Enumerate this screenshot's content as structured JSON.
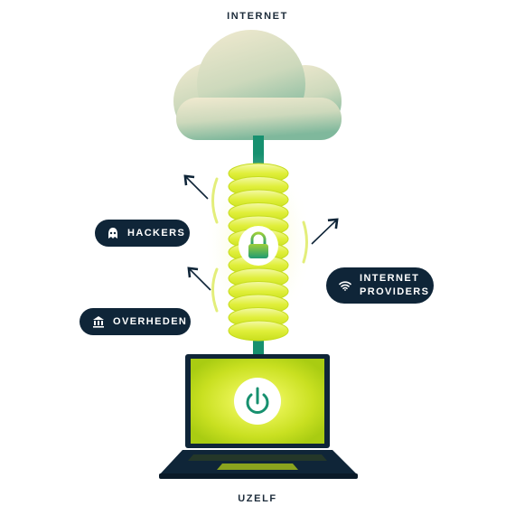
{
  "labels": {
    "top": "INTERNET",
    "bottom": "UZELF"
  },
  "threats": {
    "hackers": {
      "label": "HACKERS",
      "icon": "hacker-icon"
    },
    "overheden": {
      "label": "OVERHEDEN",
      "icon": "government-building-icon"
    },
    "providers": {
      "line1": "INTERNET",
      "line2": "PROVIDERS",
      "icon": "wifi-icon"
    }
  },
  "icons": {
    "cloud": "cloud-icon",
    "lock": "lock-icon",
    "power": "power-icon",
    "laptop": "laptop-icon"
  },
  "colors": {
    "navy": "#0f2538",
    "tunnel_green": "#17906f",
    "lime": "#d8ea2a",
    "cloud_light": "#ece6c8",
    "cloud_dark": "#8fc1a5"
  }
}
